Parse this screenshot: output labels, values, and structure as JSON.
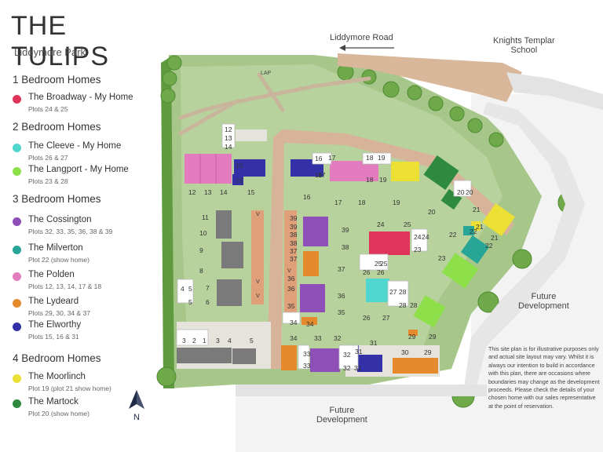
{
  "header": {
    "title": "THE TULIPS",
    "subtitle": "Liddymore Park"
  },
  "legend": [
    {
      "heading": "1 Bedroom Homes",
      "items": [
        {
          "name": "The Broadway - My Home",
          "plots": "Plots 24 & 25",
          "color": "#e0345a"
        }
      ]
    },
    {
      "heading": "2 Bedroom Homes",
      "items": [
        {
          "name": "The Cleeve - My Home",
          "plots": "Plots 26 & 27",
          "color": "#4fd6cf"
        },
        {
          "name": "The Langport - My Home",
          "plots": "Plots 23 & 28",
          "color": "#8ee04a"
        }
      ]
    },
    {
      "heading": "3 Bedroom Homes",
      "items": [
        {
          "name": "The Cossington",
          "plots": "Plots 32, 33, 35, 36, 38 & 39",
          "color": "#8e4fb8"
        },
        {
          "name": "The Milverton",
          "plots": "Plot 22 (show home)",
          "color": "#27a596"
        },
        {
          "name": "The Polden",
          "plots": "Plots 12, 13, 14, 17 & 18",
          "color": "#e37cbf"
        },
        {
          "name": "The Lydeard",
          "plots": "Plots 29, 30, 34 & 37",
          "color": "#e68a2e"
        },
        {
          "name": "The Elworthy",
          "plots": "Plots 15, 16 & 31",
          "color": "#3330a8"
        }
      ]
    },
    {
      "heading": "4 Bedroom Homes",
      "items": [
        {
          "name": "The Moorlinch",
          "plots": "Plot 19 (plot 21 show home)",
          "color": "#ece034"
        },
        {
          "name": "The Martock",
          "plots": "Plot 20 (show home)",
          "color": "#2e8a3e"
        }
      ]
    }
  ],
  "map_labels": {
    "road": "Liddymore Road",
    "school": "Knights Templar\nSchool",
    "future_dev_right": "Future\nDevelopment",
    "future_dev_bottom": "Future\nDevelopment",
    "lap": "LAP",
    "north": "N"
  },
  "disclaimer": "This site plan is for illustrative purposes only and actual site layout may vary. Whilst it is always our intention to build in accordance with this plan, there are occasions where boundaries may change as the development proceeds. Please check the details of your chosen home with our sales representative at the point of reservation.",
  "plots": [
    {
      "num": "12",
      "type": "polden"
    },
    {
      "num": "13",
      "type": "polden"
    },
    {
      "num": "14",
      "type": "polden"
    },
    {
      "num": "15",
      "type": "elworthy"
    },
    {
      "num": "16",
      "type": "elworthy"
    },
    {
      "num": "17",
      "type": "polden"
    },
    {
      "num": "18",
      "type": "polden"
    },
    {
      "num": "19",
      "type": "moorlinch"
    },
    {
      "num": "20",
      "type": "martock"
    },
    {
      "num": "21",
      "type": "moorlinch"
    },
    {
      "num": "22",
      "type": "milverton"
    },
    {
      "num": "23",
      "type": "langport"
    },
    {
      "num": "24",
      "type": "broadway"
    },
    {
      "num": "25",
      "type": "broadway"
    },
    {
      "num": "26",
      "type": "cleeve"
    },
    {
      "num": "27",
      "type": "cleeve"
    },
    {
      "num": "28",
      "type": "langport"
    },
    {
      "num": "29",
      "type": "lydeard"
    },
    {
      "num": "30",
      "type": "lydeard"
    },
    {
      "num": "31",
      "type": "elworthy"
    },
    {
      "num": "32",
      "type": "cossington"
    },
    {
      "num": "33",
      "type": "cossington"
    },
    {
      "num": "34",
      "type": "lydeard"
    },
    {
      "num": "35",
      "type": "cossington"
    },
    {
      "num": "36",
      "type": "cossington"
    },
    {
      "num": "37",
      "type": "lydeard"
    },
    {
      "num": "38",
      "type": "cossington"
    },
    {
      "num": "39",
      "type": "cossington"
    },
    {
      "num": "1",
      "type": "other"
    },
    {
      "num": "2",
      "type": "other"
    },
    {
      "num": "3",
      "type": "other"
    },
    {
      "num": "4",
      "type": "other"
    },
    {
      "num": "5",
      "type": "other"
    },
    {
      "num": "6",
      "type": "other"
    },
    {
      "num": "7",
      "type": "other"
    },
    {
      "num": "8",
      "type": "other"
    },
    {
      "num": "9",
      "type": "other"
    },
    {
      "num": "10",
      "type": "other"
    },
    {
      "num": "11",
      "type": "other"
    }
  ],
  "plot_labels_small": {
    "v": "V"
  }
}
